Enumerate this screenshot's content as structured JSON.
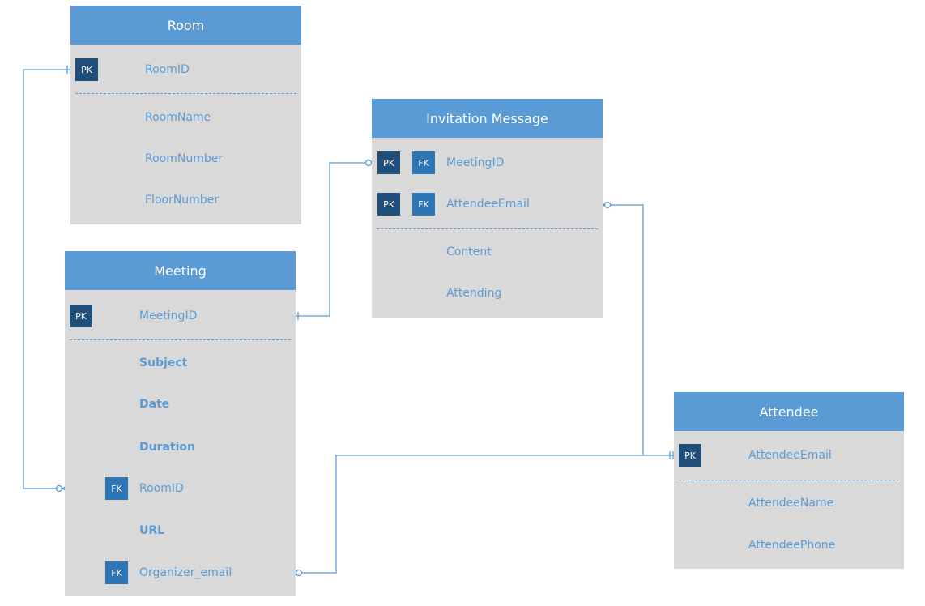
{
  "colors": {
    "header": "#5b9bd5",
    "body": "#d9d9d9",
    "text": "#5b9bd5",
    "pk_badge": "#1f4e79",
    "fk_badge": "#2e75b6",
    "connector": "#5b9bd5"
  },
  "entities": {
    "room": {
      "title": "Room",
      "keys": [
        {
          "badges": [
            "PK"
          ],
          "name": "RoomID"
        }
      ],
      "attributes": [
        "RoomName",
        "RoomNumber",
        "FloorNumber"
      ]
    },
    "invitation": {
      "title": "Invitation Message",
      "keys": [
        {
          "badges": [
            "PK",
            "FK"
          ],
          "name": "MeetingID"
        },
        {
          "badges": [
            "PK",
            "FK"
          ],
          "name": "AttendeeEmail"
        }
      ],
      "attributes": [
        "Content",
        "Attending"
      ]
    },
    "meeting": {
      "title": "Meeting",
      "keys": [
        {
          "badges": [
            "PK"
          ],
          "name": "MeetingID"
        }
      ],
      "attributes": [
        {
          "name": "Subject",
          "bold": true
        },
        {
          "name": "Date",
          "bold": true
        },
        {
          "name": "Duration",
          "bold": true
        },
        {
          "name": "RoomID",
          "badge": "FK"
        },
        {
          "name": "URL",
          "bold": true
        },
        {
          "name": "Organizer_email",
          "badge": "FK"
        }
      ]
    },
    "attendee": {
      "title": "Attendee",
      "keys": [
        {
          "badges": [
            "PK"
          ],
          "name": "AttendeeEmail"
        }
      ],
      "attributes": [
        "AttendeeName",
        "AttendeePhone"
      ]
    }
  },
  "relationships": [
    {
      "from": "room.RoomID",
      "from_end": "one-and-only-one",
      "to": "meeting.RoomID",
      "to_end": "zero-or-many"
    },
    {
      "from": "meeting.MeetingID",
      "from_end": "one-and-only-one",
      "to": "invitation.MeetingID",
      "to_end": "zero-or-one"
    },
    {
      "from": "attendee.AttendeeEmail",
      "from_end": "one-and-only-one",
      "to": "invitation.AttendeeEmail",
      "to_end": "zero-or-many"
    },
    {
      "from": "attendee.AttendeeEmail",
      "from_end": "one-and-only-one",
      "to": "meeting.Organizer_email",
      "to_end": "zero-or-many"
    }
  ]
}
